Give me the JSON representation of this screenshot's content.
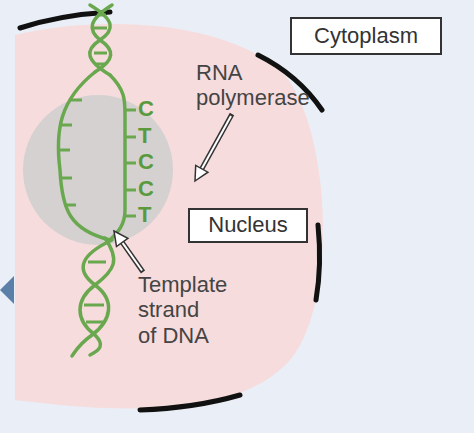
{
  "diagram": {
    "nodes": [
      {
        "text": [
          "Cytoplasm"
        ]
      },
      {
        "text": [
          "Nucleus"
        ]
      }
    ],
    "labels": [
      "RNA polymerase",
      "C",
      "T",
      "C",
      "C",
      "T",
      "Template strand of DNA"
    ]
  }
}
